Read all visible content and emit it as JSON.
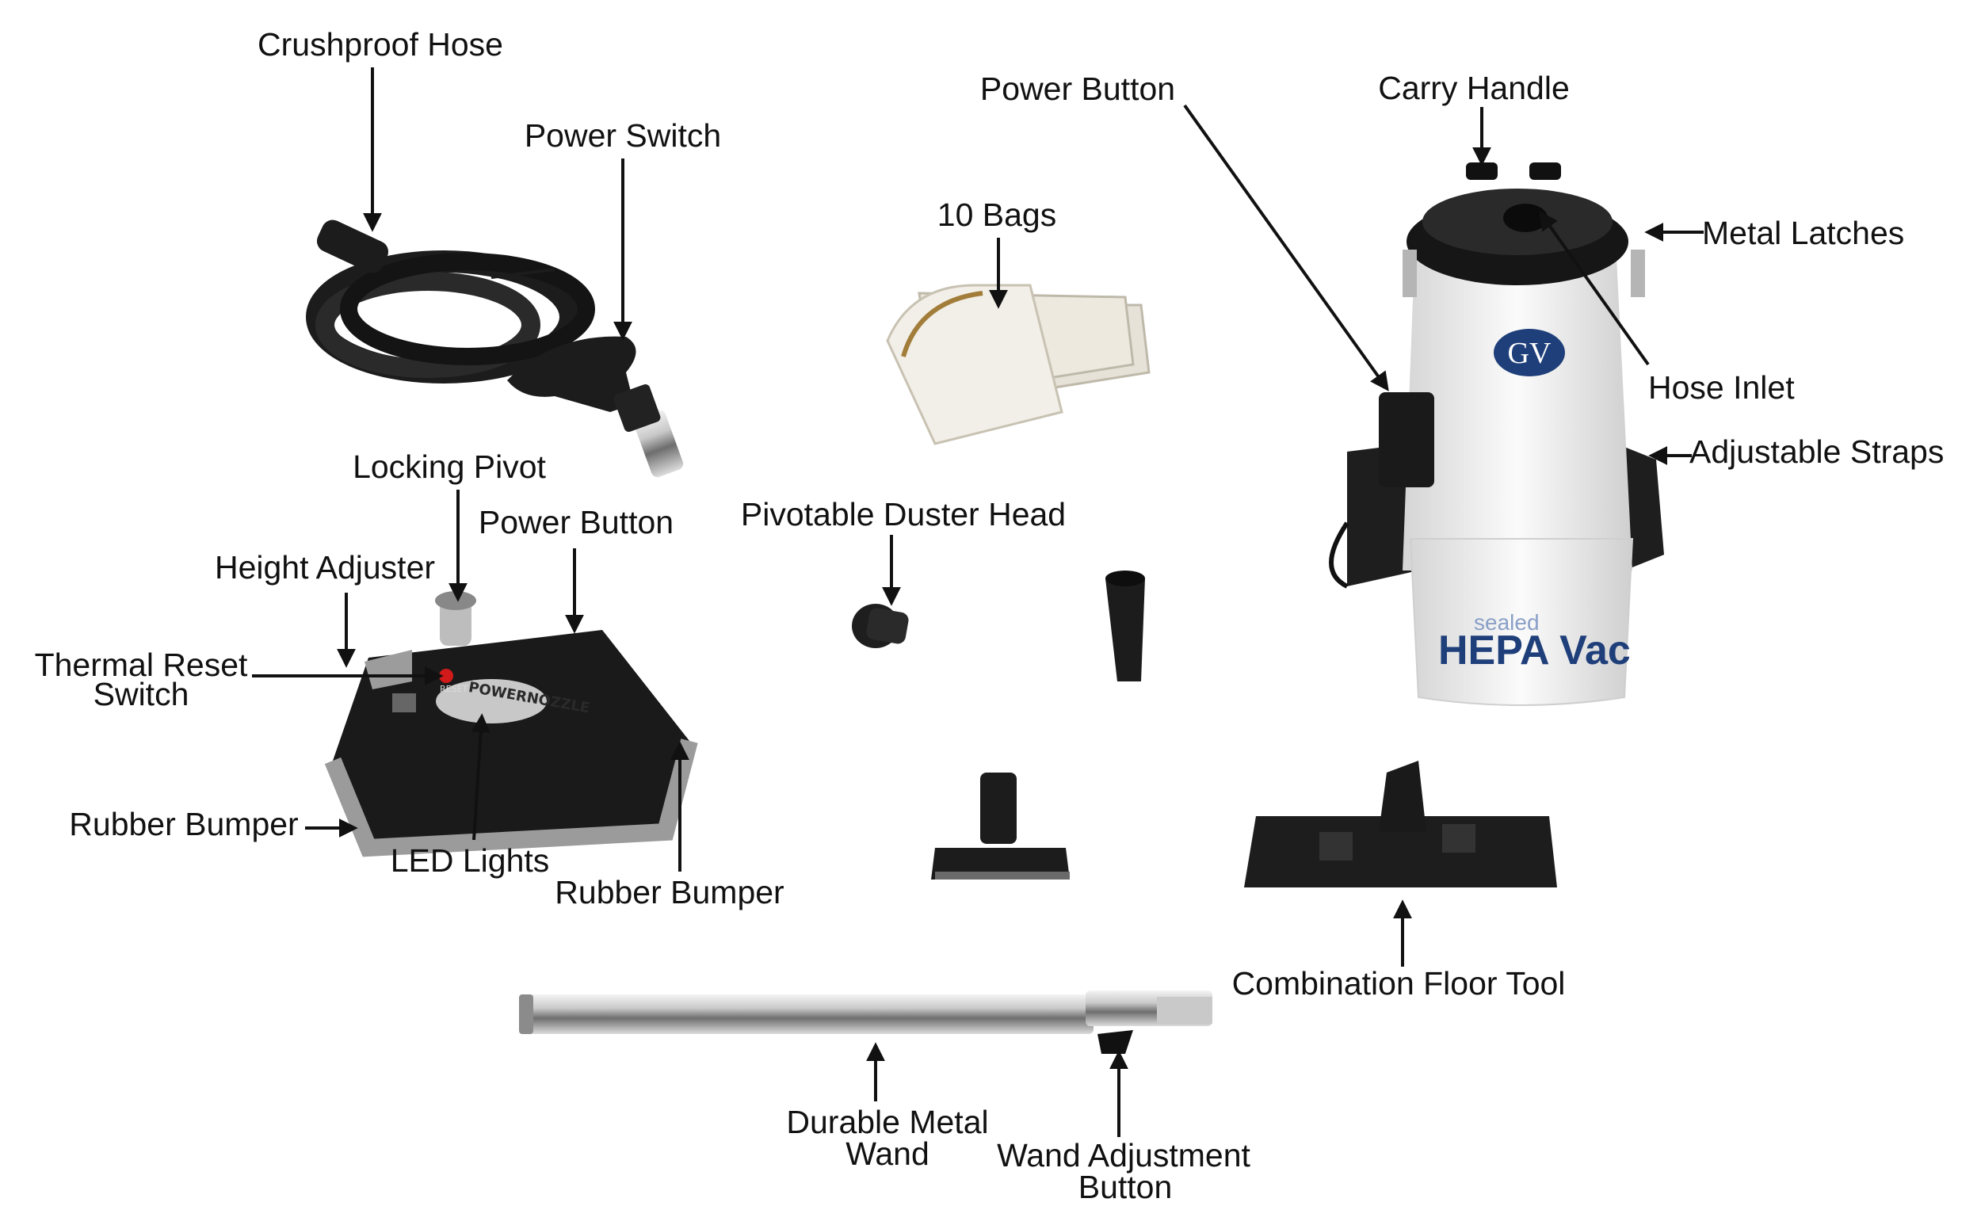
{
  "labels": {
    "crushproof_hose": "Crushproof Hose",
    "power_switch": "Power Switch",
    "ten_bags": "10 Bags",
    "power_button_main": "Power Button",
    "carry_handle": "Carry Handle",
    "metal_latches": "Metal Latches",
    "hose_inlet": "Hose Inlet",
    "adjustable_straps": "Adjustable Straps",
    "locking_pivot": "Locking Pivot",
    "power_button_nozzle": "Power Button",
    "height_adjuster": "Height Adjuster",
    "thermal_reset_line1": "Thermal Reset",
    "thermal_reset_line2": "Switch",
    "pivotable_duster_head": "Pivotable Duster Head",
    "rubber_bumper_left": "Rubber Bumper",
    "led_lights": "LED Lights",
    "rubber_bumper_bottom": "Rubber Bumper",
    "combination_floor_tool": "Combination Floor Tool",
    "durable_metal_wand_line1": "Durable Metal",
    "durable_metal_wand_line2": "Wand",
    "wand_adjustment_line1": "Wand Adjustment",
    "wand_adjustment_line2": "Button"
  },
  "product_marks": {
    "logo": "GV",
    "canister_small_text": "sealed",
    "canister_brand": "HEPA Vac",
    "nozzle_brand": "POWERNOZZLE",
    "nozzle_reset": "RESET"
  },
  "colors": {
    "black_plastic": "#1c1c1c",
    "white_plastic": "#eeeeee",
    "chrome": "#b8b8b8",
    "logo_blue": "#1f3f7a",
    "reset_red": "#d11a1a"
  }
}
